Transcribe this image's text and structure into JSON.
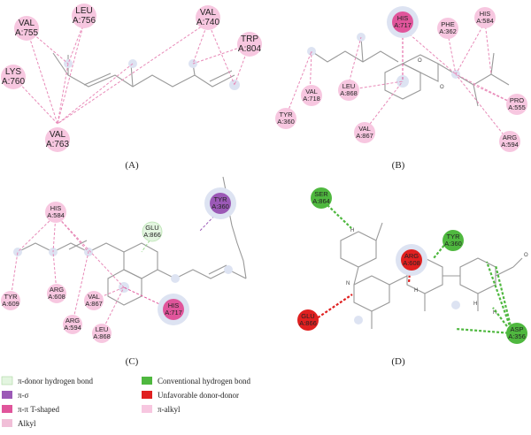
{
  "panels": [
    {
      "id": "A",
      "label": "(A)"
    },
    {
      "id": "B",
      "label": "(B)"
    },
    {
      "id": "C",
      "label": "(C)"
    },
    {
      "id": "D",
      "label": "(D)"
    }
  ],
  "residues": {
    "A": [
      {
        "line1": "VAL",
        "line2": "A:755",
        "type": "pi-alkyl"
      },
      {
        "line1": "LEU",
        "line2": "A:756",
        "type": "pi-alkyl"
      },
      {
        "line1": "VAL",
        "line2": "A:740",
        "type": "pi-alkyl"
      },
      {
        "line1": "TRP",
        "line2": "A:804",
        "type": "pi-alkyl"
      },
      {
        "line1": "LYS",
        "line2": "A:760",
        "type": "pi-alkyl"
      },
      {
        "line1": "VAL",
        "line2": "A:763",
        "type": "pi-alkyl"
      }
    ],
    "B": [
      {
        "line1": "HIS",
        "line2": "A:717",
        "type": "pi-pi-t"
      },
      {
        "line1": "PHE",
        "line2": "A:362",
        "type": "pi-alkyl"
      },
      {
        "line1": "HIS",
        "line2": "A:584",
        "type": "pi-alkyl"
      },
      {
        "line1": "VAL",
        "line2": "A:718",
        "type": "pi-alkyl"
      },
      {
        "line1": "LEU",
        "line2": "A:868",
        "type": "pi-alkyl"
      },
      {
        "line1": "TYR",
        "line2": "A:360",
        "type": "pi-alkyl"
      },
      {
        "line1": "VAL",
        "line2": "A:867",
        "type": "pi-alkyl"
      },
      {
        "line1": "PRO",
        "line2": "A:555",
        "type": "pi-alkyl"
      },
      {
        "line1": "ARG",
        "line2": "A:594",
        "type": "pi-alkyl"
      }
    ],
    "C": [
      {
        "line1": "HIS",
        "line2": "A:584",
        "type": "pi-alkyl"
      },
      {
        "line1": "GLU",
        "line2": "A:866",
        "type": "pi-donor"
      },
      {
        "line1": "TYR",
        "line2": "A:360",
        "type": "pi-sigma"
      },
      {
        "line1": "TYR",
        "line2": "A:609",
        "type": "pi-alkyl"
      },
      {
        "line1": "ARG",
        "line2": "A:608",
        "type": "pi-alkyl"
      },
      {
        "line1": "VAL",
        "line2": "A:867",
        "type": "pi-alkyl"
      },
      {
        "line1": "ARG",
        "line2": "A:594",
        "type": "pi-alkyl"
      },
      {
        "line1": "LEU",
        "line2": "A:868",
        "type": "pi-alkyl"
      },
      {
        "line1": "HIS",
        "line2": "A:717",
        "type": "pi-pi-t"
      }
    ],
    "D": [
      {
        "line1": "SER",
        "line2": "A:864",
        "type": "conventional-hbond"
      },
      {
        "line1": "TYR",
        "line2": "A:360",
        "type": "conventional-hbond"
      },
      {
        "line1": "ARG",
        "line2": "A:608",
        "type": "unfavorable"
      },
      {
        "line1": "GLU",
        "line2": "A:866",
        "type": "unfavorable"
      },
      {
        "line1": "ASP",
        "line2": "A:356",
        "type": "conventional-hbond"
      }
    ]
  },
  "atoms": {
    "O": "O",
    "H": "H",
    "N": "N"
  },
  "legend": [
    {
      "label": "π-donor hydrogen bond",
      "color": "#e3f5e0"
    },
    {
      "label": "π-σ",
      "color": "#9b59b6"
    },
    {
      "label": "π-π T-shaped",
      "color": "#e0559b"
    },
    {
      "label": "Alkyl",
      "color": "#f1bfd8"
    },
    {
      "label": "Conventional hydrogen bond",
      "color": "#4fb83f"
    },
    {
      "label": "Unfavorable donor-donor",
      "color": "#e02020"
    },
    {
      "label": "π-alkyl",
      "color": "#f7c7e0"
    }
  ],
  "colors": {
    "pi-alkyl": "#f7c7e0",
    "pi-alkyl-line": "#e88ab8",
    "pi-pi-t": "#e0559b",
    "pi-sigma": "#9b59b6",
    "pi-donor": "#e3f5e0",
    "conventional-hbond": "#4fb83f",
    "unfavorable": "#e02020",
    "bond": "#999999",
    "halo": "#dde3f2"
  }
}
